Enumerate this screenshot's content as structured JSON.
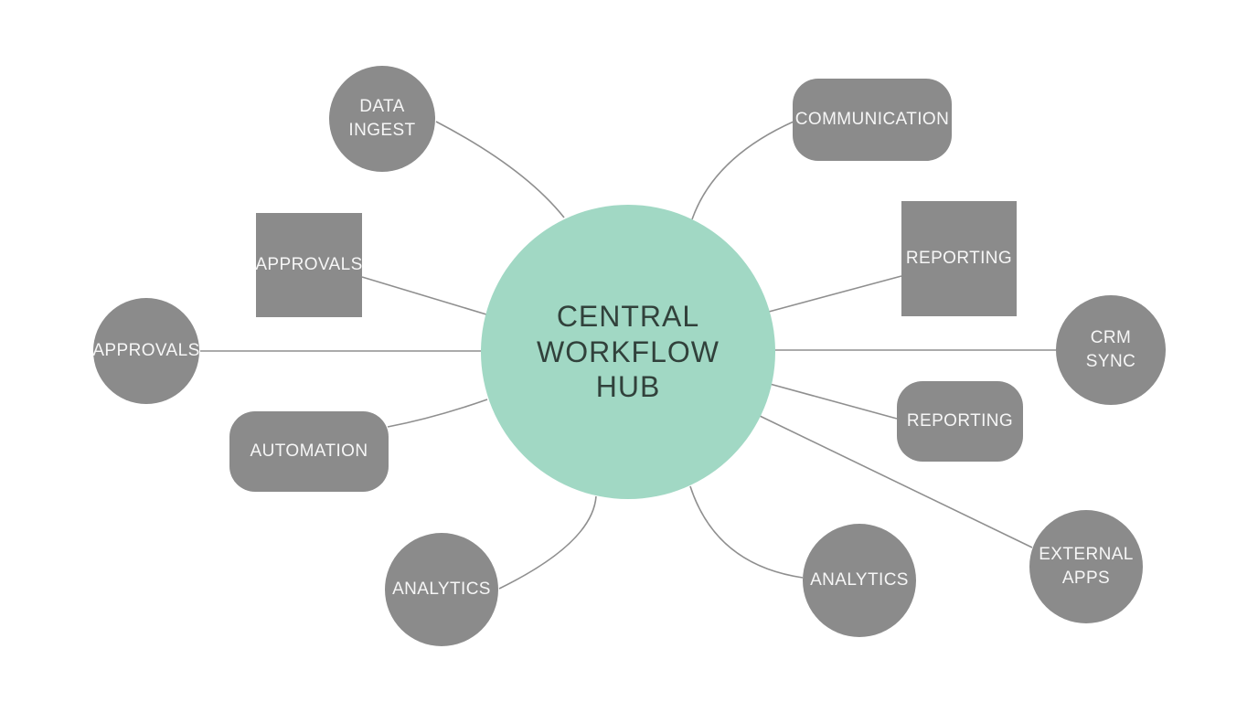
{
  "diagram_type": "hub-and-spoke-workflow",
  "colors": {
    "background": "#ffffff",
    "hub_fill": "#a1d8c4",
    "hub_text": "#31413b",
    "node_fill": "#8b8b8b",
    "node_text": "#f6f6f6",
    "connector": "#8f8f8f"
  },
  "hub": {
    "label": "CENTRAL WORKFLOW HUB",
    "lines": [
      "CENTRAL",
      "WORKFLOW",
      "HUB"
    ],
    "shape": "circle"
  },
  "nodes": [
    {
      "id": "data-ingest",
      "label": "DATA INGEST",
      "lines": [
        "DATA",
        "INGEST"
      ],
      "shape": "circle"
    },
    {
      "id": "approvals-square",
      "label": "APPROVALS",
      "lines": [
        "APPROVALS"
      ],
      "shape": "square"
    },
    {
      "id": "approvals-circle",
      "label": "APPROVALS",
      "lines": [
        "APPROVALS"
      ],
      "shape": "circle"
    },
    {
      "id": "automation",
      "label": "AUTOMATION",
      "lines": [
        "AUTOMATION"
      ],
      "shape": "rounded-rect"
    },
    {
      "id": "analytics-left",
      "label": "ANALYTICS",
      "lines": [
        "ANALYTICS"
      ],
      "shape": "circle"
    },
    {
      "id": "communication",
      "label": "COMMUNICATION",
      "lines": [
        "COMMUNICATION"
      ],
      "shape": "rounded-rect"
    },
    {
      "id": "reporting-square",
      "label": "REPORTING",
      "lines": [
        "REPORTING"
      ],
      "shape": "square"
    },
    {
      "id": "crm-sync",
      "label": "CRM SYNC",
      "lines": [
        "CRM",
        "SYNC"
      ],
      "shape": "circle"
    },
    {
      "id": "reporting-rounded",
      "label": "REPORTING",
      "lines": [
        "REPORTING"
      ],
      "shape": "rounded-rect"
    },
    {
      "id": "analytics-right",
      "label": "ANALYTICS",
      "lines": [
        "ANALYTICS"
      ],
      "shape": "circle"
    },
    {
      "id": "external-apps",
      "label": "EXTERNAL APPS",
      "lines": [
        "EXTERNAL",
        "APPS"
      ],
      "shape": "circle"
    }
  ],
  "connections": [
    {
      "from": "hub",
      "to": "data-ingest"
    },
    {
      "from": "hub",
      "to": "approvals-square"
    },
    {
      "from": "hub",
      "to": "approvals-circle"
    },
    {
      "from": "hub",
      "to": "automation"
    },
    {
      "from": "hub",
      "to": "analytics-left"
    },
    {
      "from": "hub",
      "to": "communication"
    },
    {
      "from": "hub",
      "to": "reporting-square"
    },
    {
      "from": "hub",
      "to": "crm-sync"
    },
    {
      "from": "hub",
      "to": "reporting-rounded"
    },
    {
      "from": "hub",
      "to": "analytics-right"
    },
    {
      "from": "hub",
      "to": "external-apps"
    }
  ]
}
